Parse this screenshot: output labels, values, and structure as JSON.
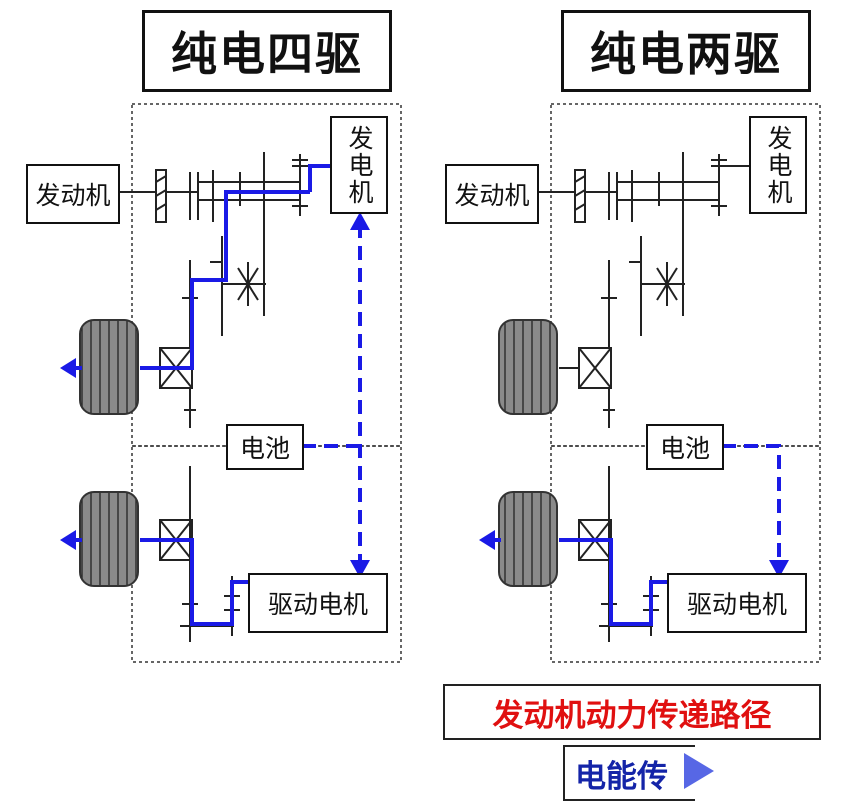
{
  "titles": {
    "left": "纯电四驱",
    "right": "纯电两驱"
  },
  "labels": {
    "engine": "发动机",
    "generator": "发电机",
    "battery": "电池",
    "drive_motor": "驱动电机"
  },
  "legend": {
    "engine_path": "发动机动力传递路径",
    "electric_path": "电能传"
  },
  "colors": {
    "path_blue": "#1a1ae6",
    "legend_red": "#e01010",
    "line_black": "#222222",
    "wheel_gray": "#8a8a8a"
  }
}
